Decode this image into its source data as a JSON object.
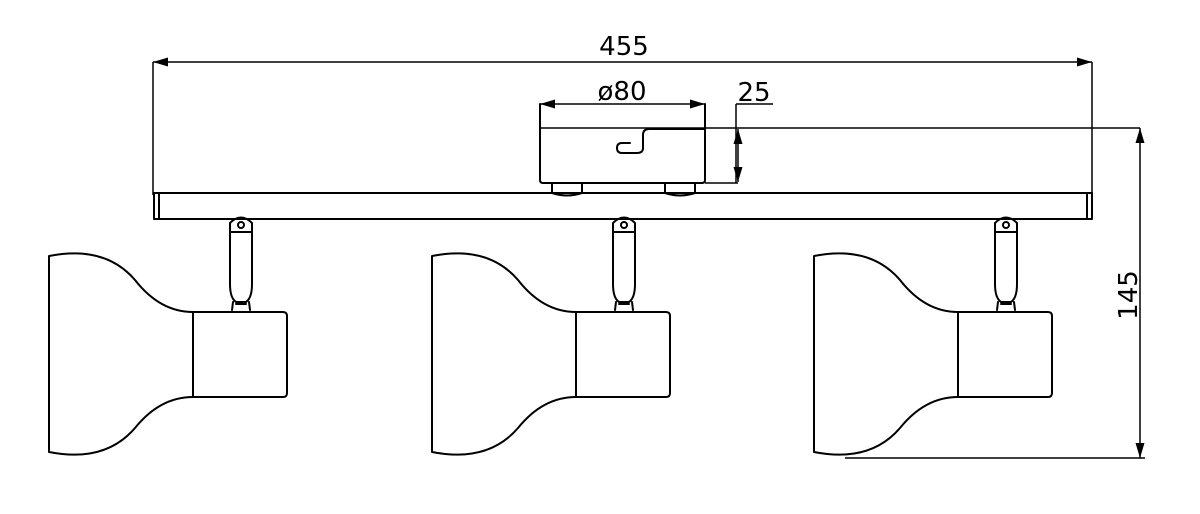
{
  "dimensions": {
    "overall_length": "455",
    "canopy_diameter": "ø80",
    "canopy_height": "25",
    "overall_height": "145"
  },
  "fixture": {
    "spot_count": 3,
    "line_color": "#000000",
    "background": "#ffffff"
  }
}
